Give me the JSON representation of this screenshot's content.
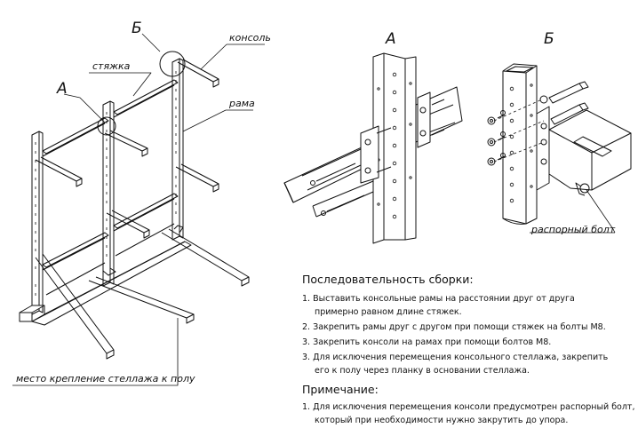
{
  "labels": {
    "console": "консоль",
    "tie": "стяжка",
    "frame": "рама",
    "callout_a": "А",
    "callout_b": "Б",
    "floor_mount": "место крепление стеллажа к полу",
    "detail_a_title": "А",
    "detail_b_title": "Б",
    "spacer_bolt": "распорный болт"
  },
  "assembly": {
    "heading": "Последовательность сборки:",
    "steps": [
      {
        "num": "1.",
        "text": "Выставить консольные рамы на расстоянии друг от друга",
        "cont": "примерно равном длине стяжек."
      },
      {
        "num": "2.",
        "text": "Закрепить рамы друг с другом при помощи стяжек на болты М8."
      },
      {
        "num": "3.",
        "text": "Закрепить консоли на рамах при помощи болтов М8."
      },
      {
        "num": "3.",
        "text": "Для исключения перемещения консольного стеллажа, закрепить",
        "cont": "его к полу через планку в основании стеллажа."
      }
    ]
  },
  "note": {
    "heading": "Примечание:",
    "items": [
      {
        "num": "1.",
        "text": "Для исключения перемещения консоли предусмотрен распорный болт,",
        "cont": "который при необходимости нужно закрутить до упора."
      }
    ]
  }
}
